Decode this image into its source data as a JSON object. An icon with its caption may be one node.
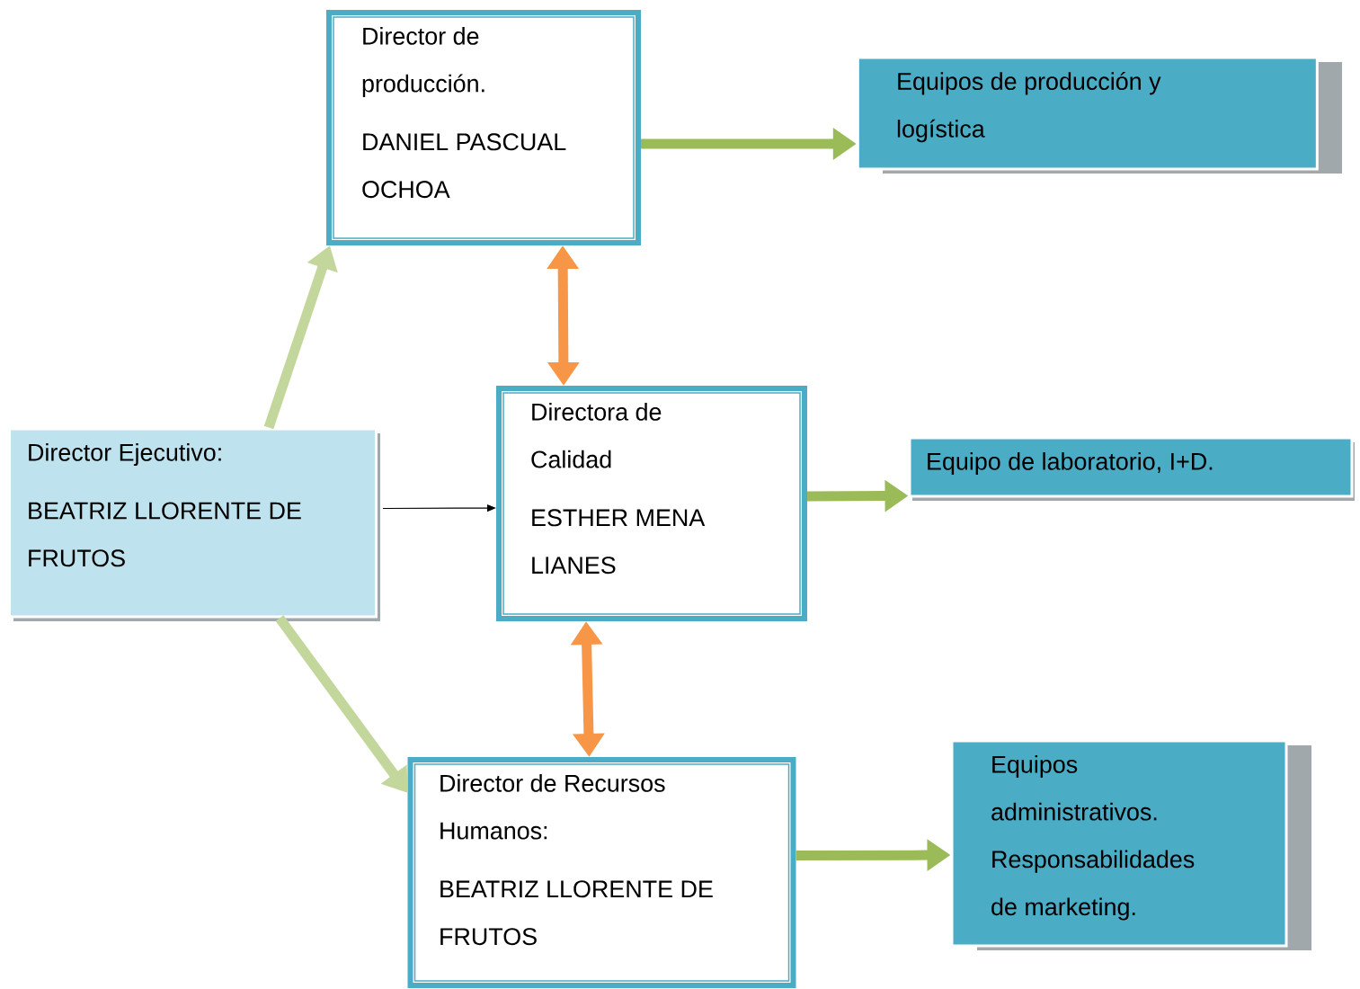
{
  "diagram": {
    "nodes": [
      {
        "text": [
          "Director Ejecutivo:",
          "BEATRIZ LLORENTE DE FRUTOS"
        ]
      },
      {
        "text": [
          "Director de producción.",
          "DANIEL PASCUAL OCHOA"
        ]
      },
      {
        "text": [
          "Equipos de producción y logística"
        ]
      },
      {
        "text": [
          "Directora de Calidad",
          "ESTHER MENA LIANES"
        ]
      },
      {
        "text": [
          "Equipo de laboratorio, I+D."
        ]
      },
      {
        "text": [
          "Director de Recursos Humanos:",
          "BEATRIZ LLORENTE DE FRUTOS"
        ]
      },
      {
        "text": [
          "Equipos administrativos. Responsabilidades de marketing."
        ]
      }
    ],
    "edges": [
      {
        "from": 0,
        "to": 1,
        "arrow": "to",
        "color": "#c3d69b"
      },
      {
        "from": 0,
        "to": 3,
        "arrow": "to",
        "color": "#000000"
      },
      {
        "from": 0,
        "to": 5,
        "arrow": "to",
        "color": "#c3d69b"
      },
      {
        "from": 1,
        "to": 2,
        "arrow": "to",
        "color": "#9bbb59"
      },
      {
        "from": 1,
        "to": 3,
        "arrow": "both",
        "color": "#f79646"
      },
      {
        "from": 3,
        "to": 4,
        "arrow": "to",
        "color": "#9bbb59"
      },
      {
        "from": 3,
        "to": 5,
        "arrow": "both",
        "color": "#f79646"
      },
      {
        "from": 5,
        "to": 6,
        "arrow": "to",
        "color": "#9bbb59"
      }
    ]
  }
}
